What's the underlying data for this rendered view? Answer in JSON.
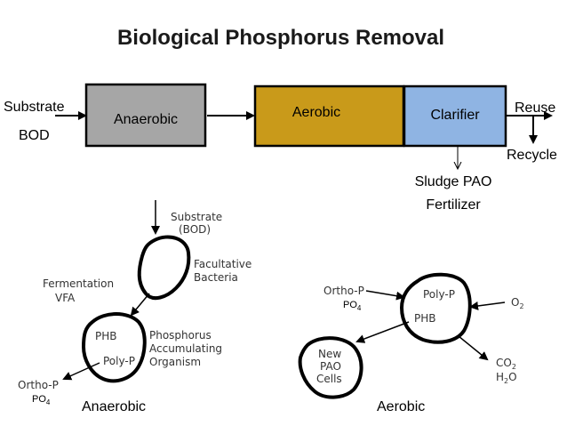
{
  "title": "Biological Phosphorus Removal",
  "flow": {
    "substrate": "Substrate",
    "bod": "BOD",
    "anaerobic": "Anaerobic",
    "aerobic": "Aerobic",
    "clarifier": "Clarifier",
    "reuse": "Reuse",
    "recycle": "Recycle",
    "sludge_line1": "Sludge PAO",
    "sludge_line2": "Fertilizer"
  },
  "anaerobic_diagram": {
    "substrate_line1": "Substrate",
    "substrate_line2": "(BOD)",
    "facultative_line1": "Facultative",
    "facultative_line2": "Bacteria",
    "fermentation_line1": "Fermentation",
    "fermentation_line2": "VFA",
    "phb": "PHB",
    "polyp": "Poly-P",
    "pao_line1": "Phosphorus",
    "pao_line2": "Accumulating",
    "pao_line3": "Organism",
    "ortho_p": "Ortho-P",
    "po4_base": "PO",
    "po4_sub": "4",
    "caption": "Anaerobic"
  },
  "aerobic_diagram": {
    "ortho_p": "Ortho-P",
    "po4_base": "PO",
    "po4_sub": "4",
    "polyp": "Poly-P",
    "phb": "PHB",
    "o2_base": "O",
    "o2_sub": "2",
    "new_line1": "New",
    "new_line2": "PAO",
    "new_line3": "Cells",
    "co2_base": "CO",
    "co2_sub": "2",
    "h2o_h": "H",
    "h2o_sub": "2",
    "h2o_o": "O",
    "caption": "Aerobic"
  },
  "colors": {
    "anaerobic_box": "#a6a6a6",
    "aerobic_box": "#c99a1a",
    "clarifier_box": "#8fb4e3",
    "ink": "#000000",
    "title": "#1a1a1a",
    "label": "#333333"
  }
}
